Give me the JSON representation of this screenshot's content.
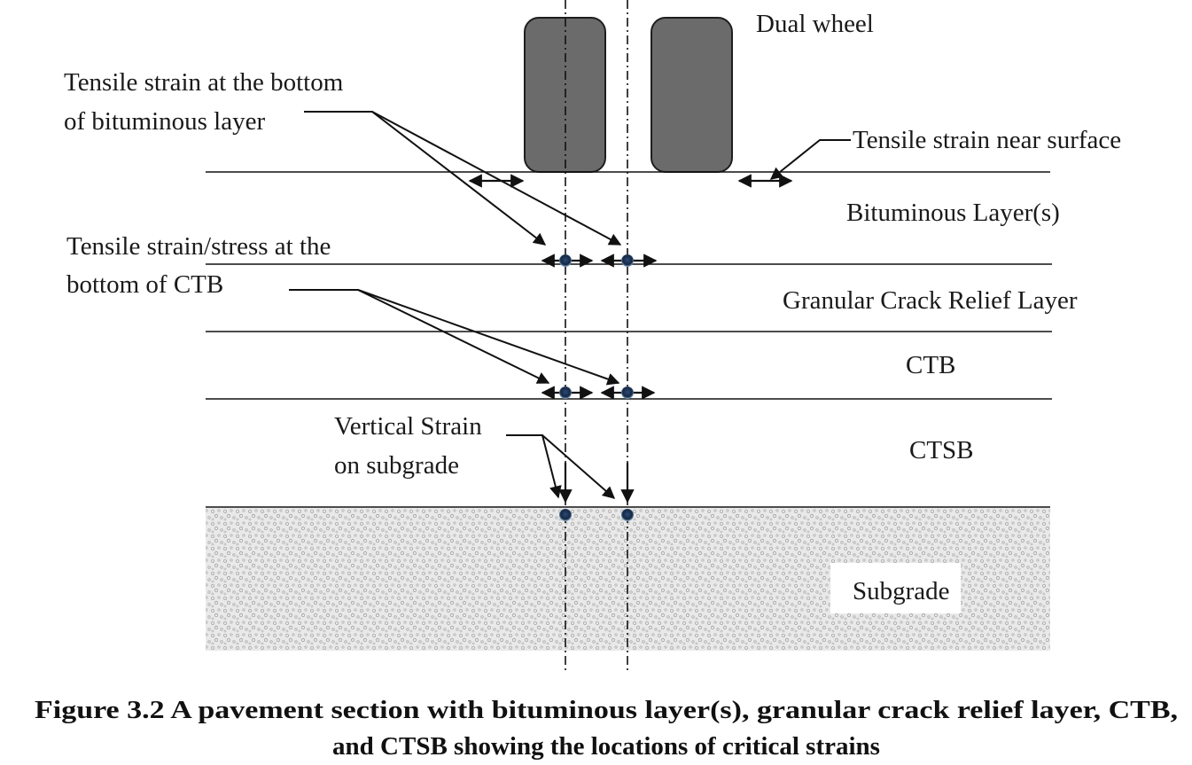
{
  "labels": {
    "dual_wheel": "Dual wheel",
    "tensile_bottom_bit_1": "Tensile strain at the bottom",
    "tensile_bottom_bit_2": "of bituminous layer",
    "tensile_surface": "Tensile strain near surface",
    "bituminous_layers": "Bituminous Layer(s)",
    "tensile_ctb_1": "Tensile strain/stress at the",
    "tensile_ctb_2": "bottom of CTB",
    "granular_layer": "Granular Crack Relief Layer",
    "ctb": "CTB",
    "vertical_1": "Vertical Strain",
    "vertical_2": "on subgrade",
    "ctsb": "CTSB",
    "subgrade": "Subgrade"
  },
  "caption": {
    "line1": "Figure 3.2 A pavement section with bituminous layer(s), granular crack relief layer, CTB,",
    "line2": "and CTSB showing the locations of critical strains"
  },
  "colors": {
    "wheel_fill": "#6b6b6b",
    "wheel_stroke": "#1e1e1e",
    "subgrade_fill": "#e6e6e6",
    "point_fill": "#1c2f4a",
    "point_glow": "#8fb6d6",
    "ink": "#111111"
  }
}
